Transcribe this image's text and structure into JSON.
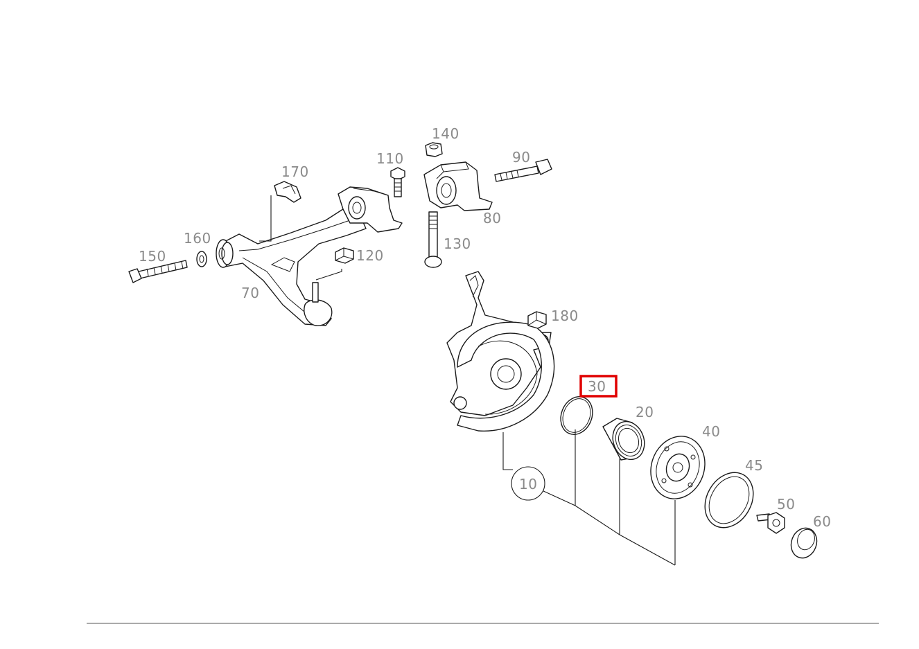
{
  "callouts": {
    "c10": "10",
    "c20": "20",
    "c30": "30",
    "c40": "40",
    "c45": "45",
    "c50": "50",
    "c60": "60",
    "c70": "70",
    "c80": "80",
    "c90": "90",
    "c110": "110",
    "c120": "120",
    "c130": "130",
    "c140": "140",
    "c150": "150",
    "c160": "160",
    "c170": "170",
    "c180": "180"
  },
  "highlight": {
    "callout": "30",
    "color": "#e00000"
  },
  "colors": {
    "line": "#1a1a1a",
    "label": "#8a8a8a",
    "background": "#ffffff"
  }
}
